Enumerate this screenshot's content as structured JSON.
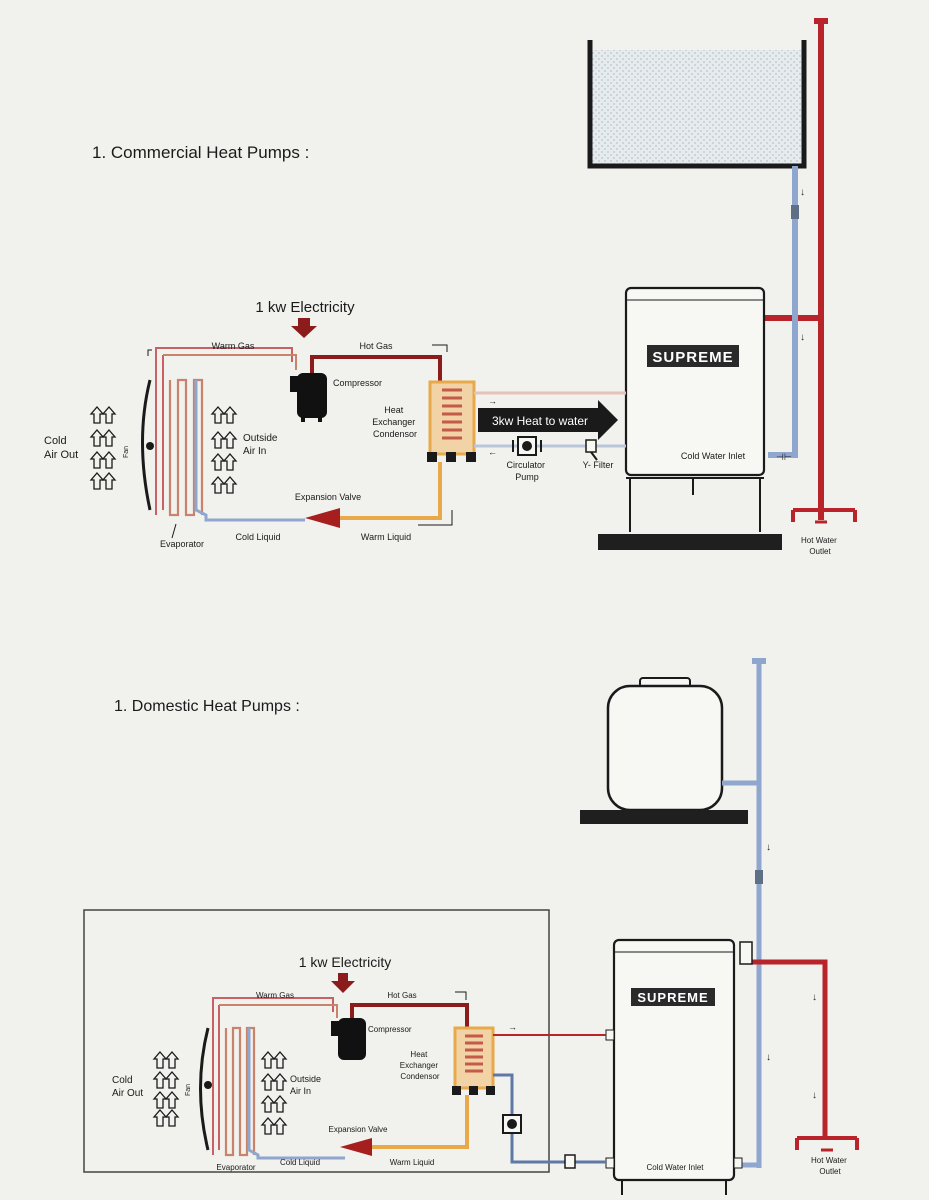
{
  "commercial": {
    "title": "1. Commercial Heat Pumps :",
    "electricity": "1 kw Electricity",
    "warm_gas": "Warm Gas",
    "hot_gas": "Hot Gas",
    "compressor": "Compressor",
    "heat_exchanger": [
      "Heat",
      "Exchanger",
      "Condensor"
    ],
    "heat_to_water": "3kw Heat to water",
    "circulator_pump": [
      "Circulator",
      "Pump"
    ],
    "y_filter": "Y- Filter",
    "cold_air_out": [
      "Cold",
      "Air Out"
    ],
    "fan": "Fan",
    "outside_air_in": [
      "Outside",
      "Air In"
    ],
    "expansion_valve": "Expansion Valve",
    "evaporator": "Evaporator",
    "cold_liquid": "Cold Liquid",
    "warm_liquid": "Warm Liquid",
    "brand": "SUPREME",
    "cold_water_inlet": "Cold Water Inlet",
    "hot_water_outlet": [
      "Hot Water",
      "Outlet"
    ]
  },
  "domestic": {
    "title": "1. Domestic Heat Pumps :",
    "electricity": "1 kw Electricity",
    "warm_gas": "Warm Gas",
    "hot_gas": "Hot Gas",
    "compressor": "Compressor",
    "heat_exchanger": [
      "Heat",
      "Exchanger",
      "Condensor"
    ],
    "cold_air_out": [
      "Cold",
      "Air Out"
    ],
    "fan": "Fan",
    "outside_air_in": [
      "Outside",
      "Air In"
    ],
    "expansion_valve": "Expansion Valve",
    "evaporator": "Evaporator",
    "cold_liquid": "Cold Liquid",
    "warm_liquid": "Warm Liquid",
    "brand": "SUPREME",
    "cold_water_inlet": "Cold Water Inlet",
    "hot_water_outlet": [
      "Hot Water",
      "Outlet"
    ]
  },
  "colors": {
    "hot_pipe": "#b8242a",
    "cold_pipe": "#8fa7cf",
    "warm_pipe": "#e8a94a",
    "dark_red": "#8c1c1c",
    "ink": "#1a1a1a",
    "background": "#f1f2ee"
  }
}
